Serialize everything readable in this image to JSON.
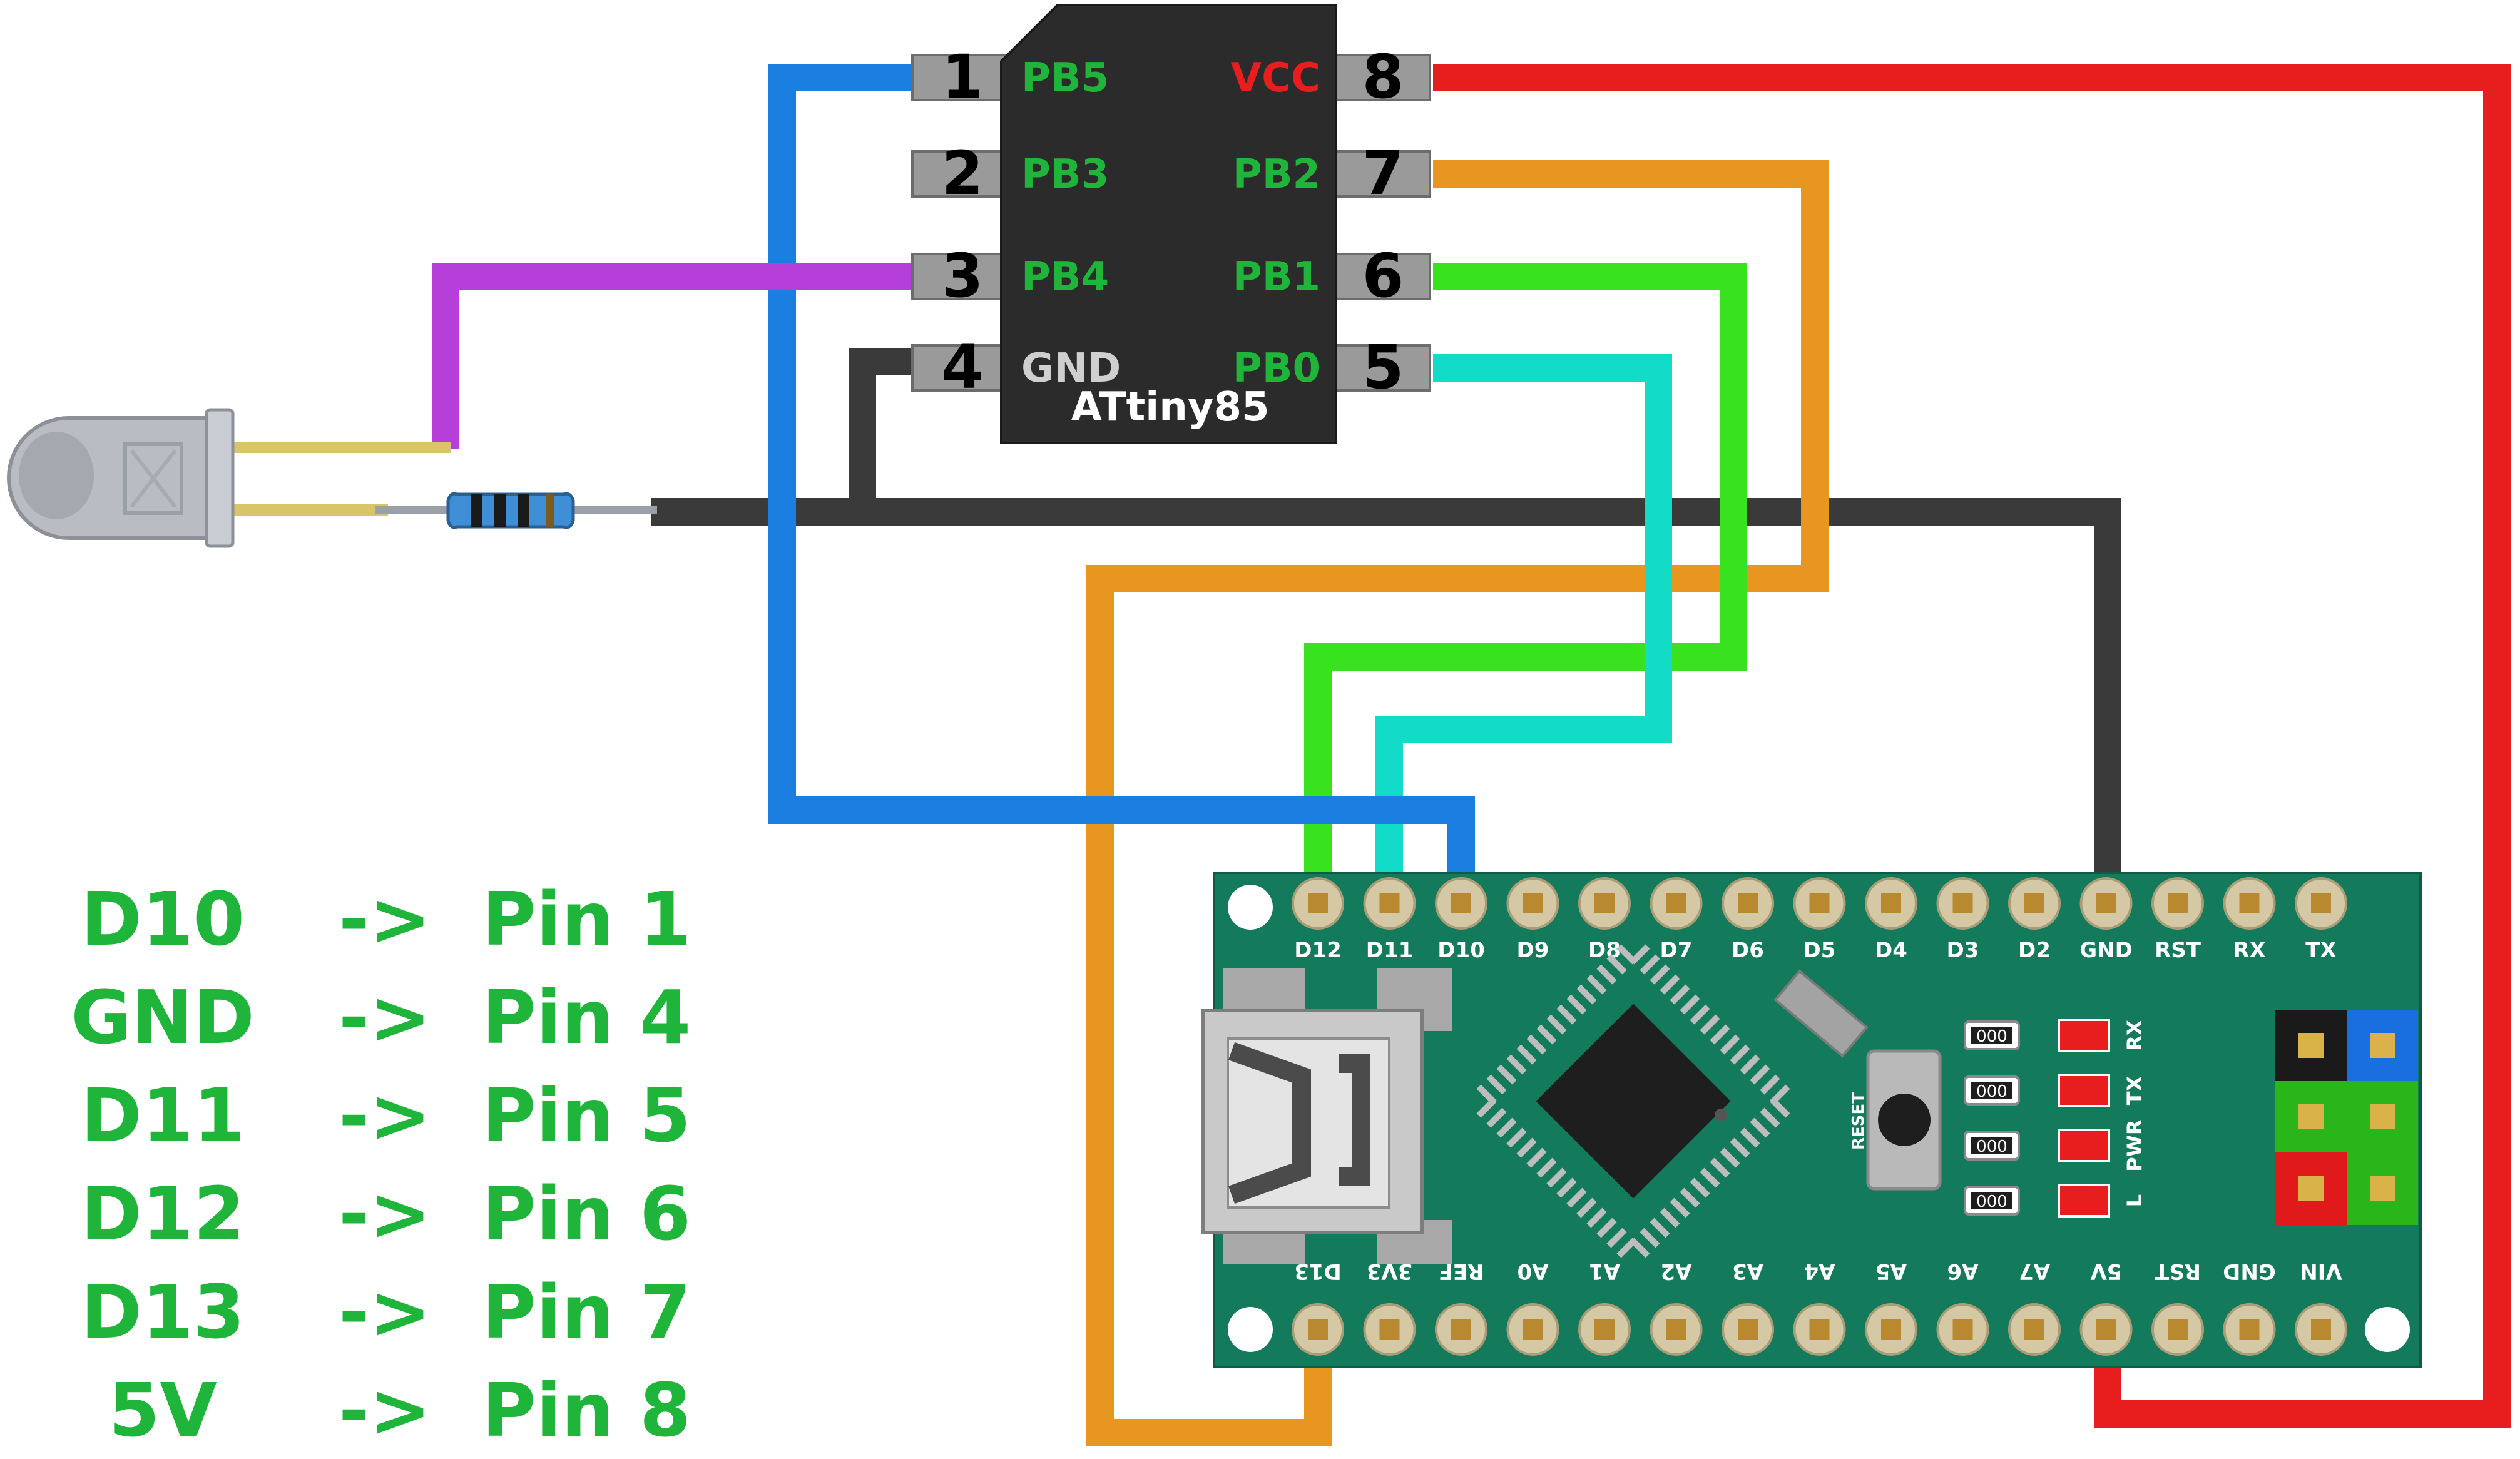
{
  "chip": {
    "name": "ATtiny85",
    "pins": [
      {
        "num": "1",
        "label": "PB5",
        "side": "left"
      },
      {
        "num": "2",
        "label": "PB3",
        "side": "left"
      },
      {
        "num": "3",
        "label": "PB4",
        "side": "left"
      },
      {
        "num": "4",
        "label": "GND",
        "side": "left"
      },
      {
        "num": "8",
        "label": "VCC",
        "side": "right"
      },
      {
        "num": "7",
        "label": "PB2",
        "side": "right"
      },
      {
        "num": "6",
        "label": "PB1",
        "side": "right"
      },
      {
        "num": "5",
        "label": "PB0",
        "side": "right"
      }
    ]
  },
  "board": {
    "top_pins": [
      "D12",
      "D11",
      "D10",
      "D9",
      "D8",
      "D7",
      "D6",
      "D5",
      "D4",
      "D3",
      "D2",
      "GND",
      "RST",
      "RX",
      "TX"
    ],
    "bottom_pins": [
      "D13",
      "3V3",
      "REF",
      "A0",
      "A1",
      "A2",
      "A3",
      "A4",
      "A5",
      "A6",
      "A7",
      "5V",
      "RST",
      "GND",
      "VIN"
    ],
    "reset_label": "RESET",
    "resistor_code": "000",
    "leds": [
      "RX",
      "TX",
      "PWR",
      "L"
    ]
  },
  "legend": [
    {
      "from": "D10",
      "arrow": "->",
      "to": "Pin 1"
    },
    {
      "from": "GND",
      "arrow": "->",
      "to": "Pin 4"
    },
    {
      "from": "D11",
      "arrow": "->",
      "to": "Pin 5"
    },
    {
      "from": "D12",
      "arrow": "->",
      "to": "Pin 6"
    },
    {
      "from": "D13",
      "arrow": "->",
      "to": "Pin 7"
    },
    {
      "from": "5V",
      "arrow": "->",
      "to": "Pin 8"
    }
  ],
  "colors": {
    "wire_blue": "#1a7fe0",
    "wire_purple": "#b73fd9",
    "wire_orange": "#e8961f",
    "wire_green": "#39e21f",
    "wire_cyan": "#12dcc8",
    "wire_red": "#e81d1d",
    "wire_black": "#3a3a3a",
    "board": "#137a5b",
    "chip": "#2b2b2b",
    "legend_text": "#1fb53a"
  }
}
